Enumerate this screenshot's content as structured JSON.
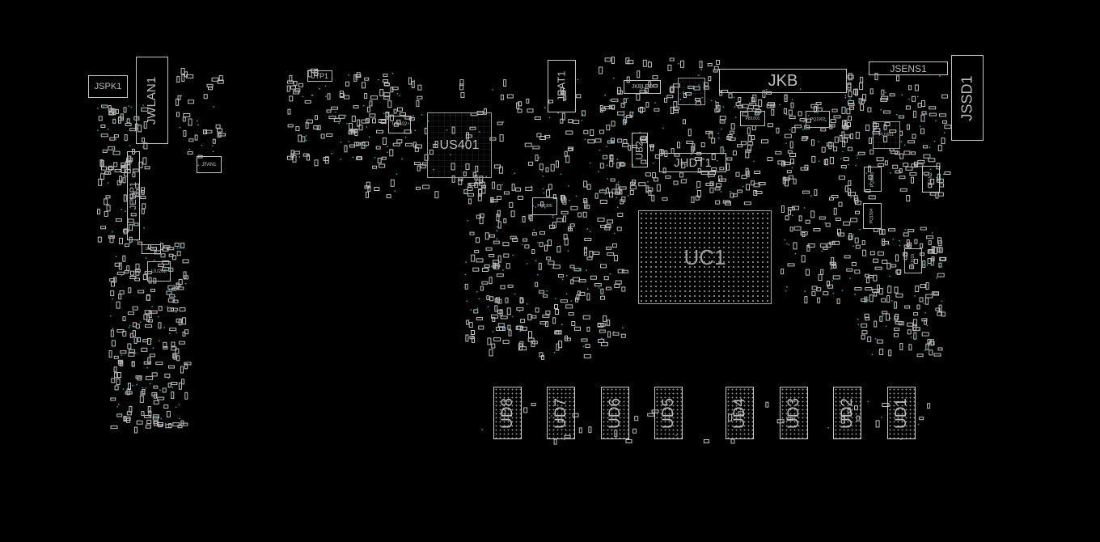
{
  "board": {
    "title": "",
    "components": {
      "jspk1": "JSPK1",
      "jwlan1": "JWLAN1",
      "jfan1": "JFAN1",
      "jedp1": "JEDP1",
      "u3001": "U3001",
      "uu202": "UU202",
      "jtp1": "JTP1",
      "us402": "US402",
      "us401": "US401",
      "jbat1": "JBAT1",
      "pq2305": "PQ2305",
      "jkbled": "JKBLED",
      "ub2": "UB2",
      "jhdt1": "JHDT1",
      "jkb": "JKB",
      "pb1001": "PB1001",
      "pq1902": "PQ1902",
      "jsens1": "JSENS1",
      "jssd1": "JSSD1",
      "pu1601": "PU1601",
      "pq1903": "PQ1903",
      "jfan2": "JFAN2",
      "pq1904": "PQ1904",
      "pr1019": "PR1019",
      "uc1": "UC1",
      "ud8": "UD8",
      "ud7": "UD7",
      "ud6": "UD6",
      "ud5": "UD5",
      "ud4": "UD4",
      "ud3": "UD3",
      "ud2": "UD2",
      "ud1": "UD1"
    }
  }
}
